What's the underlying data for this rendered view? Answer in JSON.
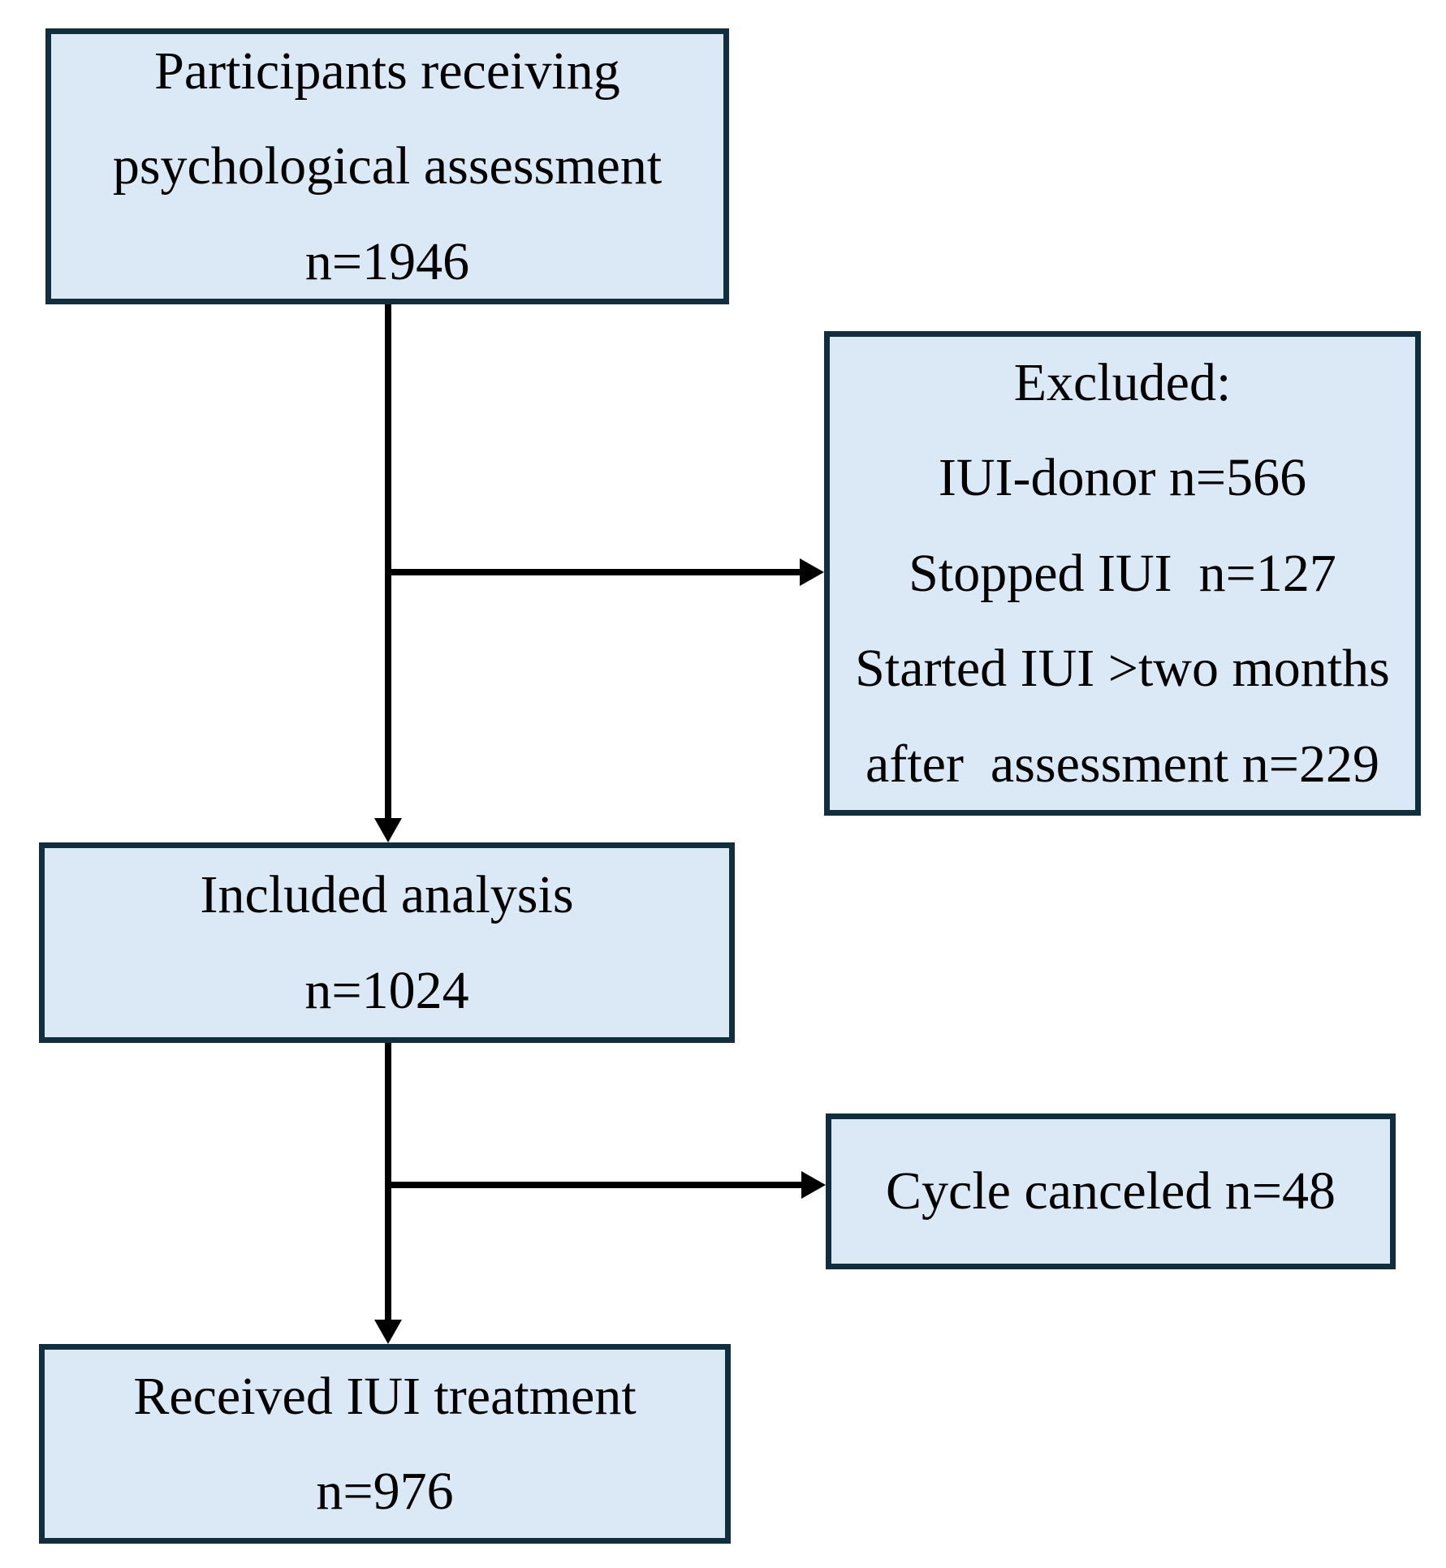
{
  "diagram": {
    "boxes": {
      "top": {
        "lines": [
          "Participants receiving",
          "psychological assessment",
          "n=1946"
        ]
      },
      "excluded": {
        "lines": [
          "Excluded:",
          "IUI-donor n=566",
          "Stopped IUI  n=127",
          "Started IUI >two months",
          "after  assessment n=229"
        ]
      },
      "included": {
        "lines": [
          "Included analysis",
          "n=1024"
        ]
      },
      "canceled": {
        "lines": [
          "Cycle canceled n=48"
        ]
      },
      "received": {
        "lines": [
          "Received IUI treatment",
          "n=976"
        ]
      }
    },
    "colors": {
      "box_fill": "#dbe8f6",
      "box_border": "#112e3e",
      "line": "#000000",
      "background": "#ffffff"
    }
  }
}
